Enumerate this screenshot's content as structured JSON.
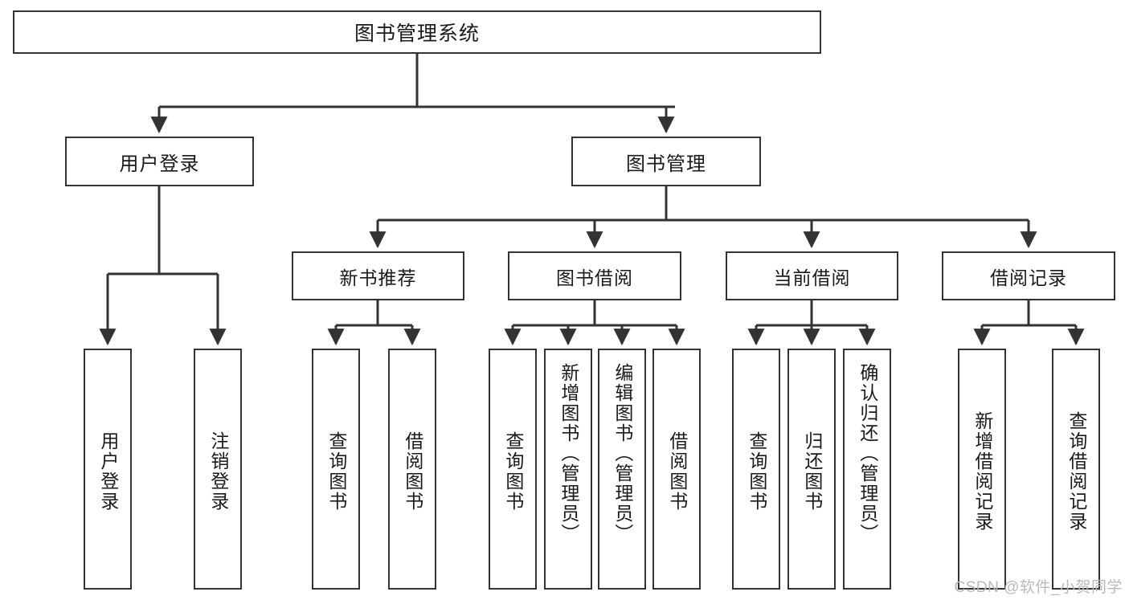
{
  "diagram": {
    "type": "tree",
    "title": "图书管理系统",
    "watermark": "CSDN @软件_小贺同学",
    "colors": {
      "background": "#ffffff",
      "node_fill": "#ffffff",
      "node_border": "#333333",
      "text": "#1a1a1a",
      "edge": "#333333",
      "watermark": "#b9b9b9"
    },
    "root": {
      "label": "图书管理系统"
    },
    "level2": [
      {
        "label": "用户登录"
      },
      {
        "label": "图书管理"
      }
    ],
    "level3": [
      {
        "label": "新书推荐"
      },
      {
        "label": "图书借阅"
      },
      {
        "label": "当前借阅"
      },
      {
        "label": "借阅记录"
      }
    ],
    "leaves": {
      "user_login": [
        {
          "label": "用户登录"
        },
        {
          "label": "注销登录"
        }
      ],
      "new_book": [
        {
          "label": "查询图书"
        },
        {
          "label": "借阅图书"
        }
      ],
      "book_borrow": [
        {
          "label": "查询图书"
        },
        {
          "label": "新增图书（管理员）"
        },
        {
          "label": "编辑图书（管理员）"
        },
        {
          "label": "借阅图书"
        }
      ],
      "current_borrow": [
        {
          "label": "查询图书"
        },
        {
          "label": "归还图书"
        },
        {
          "label": "确认归还（管理员）"
        }
      ],
      "borrow_record": [
        {
          "label": "新增借阅记录"
        },
        {
          "label": "查询借阅记录"
        }
      ]
    }
  }
}
